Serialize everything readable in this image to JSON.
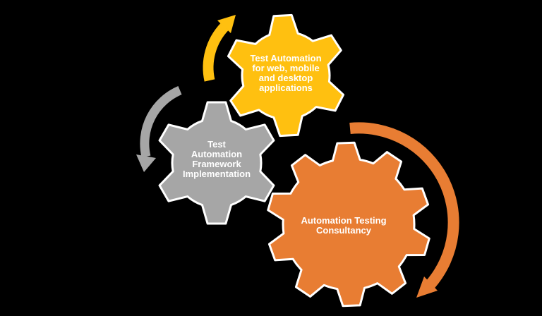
{
  "canvas": {
    "background_color": "#000000",
    "outline_color": "#FFFFFF",
    "text_color": "#FFFFFF"
  },
  "gears": [
    {
      "name": "test-automation-apps-gear",
      "color": "#FFC010",
      "label_lines": [
        "Test Automation",
        "for web, mobile",
        "and desktop",
        "applications"
      ]
    },
    {
      "name": "framework-implementation-gear",
      "color": "#A6A6A6",
      "label_lines": [
        "Test",
        "Automation",
        "Framework",
        "Implementation"
      ]
    },
    {
      "name": "automation-testing-consultancy-gear",
      "color": "#E87D33",
      "label_lines": [
        "Automation Testing",
        "Consultancy"
      ]
    }
  ],
  "arrows": [
    {
      "name": "yellow-clockwise-rotation-arrow",
      "color": "#FFC010"
    },
    {
      "name": "gray-counterclockwise-rotation-arrow",
      "color": "#A6A6A6"
    },
    {
      "name": "orange-clockwise-rotation-arrow",
      "color": "#E87D33"
    }
  ]
}
